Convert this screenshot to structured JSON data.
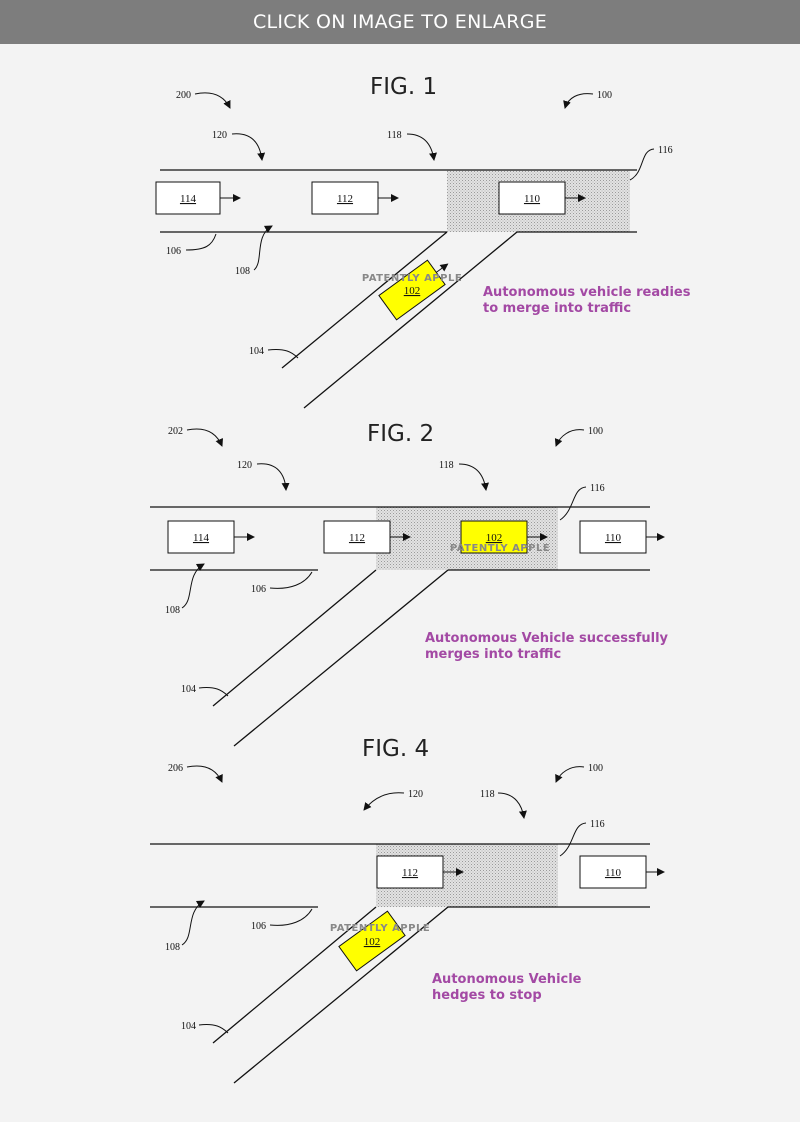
{
  "banner": {
    "text": "CLICK ON IMAGE TO ENLARGE"
  },
  "watermark": "PATENTLY APPLE",
  "colors": {
    "vehicle_highlight": "#ffff00",
    "caption": "#a349a4",
    "shade": "#d6d6d6"
  },
  "figures": [
    {
      "title": "FIG. 1",
      "refs": {
        "fig": "200",
        "system": "100",
        "lane": "120",
        "zone": "118",
        "zone_edge": "116",
        "road": "106",
        "lane_marker": "108",
        "ramp": "104"
      },
      "vehicles": {
        "v114": "114",
        "v112": "112",
        "v110": "110",
        "av": "102"
      },
      "caption": [
        "Autonomous vehicle readies",
        "to merge into traffic"
      ]
    },
    {
      "title": "FIG. 2",
      "refs": {
        "fig": "202",
        "system": "100",
        "lane": "120",
        "zone": "118",
        "zone_edge": "116",
        "road": "106",
        "lane_marker": "108",
        "ramp": "104"
      },
      "vehicles": {
        "v114": "114",
        "v112": "112",
        "v110": "110",
        "av": "102"
      },
      "caption": [
        "Autonomous Vehicle successfully",
        "merges into traffic"
      ]
    },
    {
      "title": "FIG. 4",
      "refs": {
        "fig": "206",
        "system": "100",
        "lane": "120",
        "zone": "118",
        "zone_edge": "116",
        "road": "106",
        "lane_marker": "108",
        "ramp": "104"
      },
      "vehicles": {
        "v112": "112",
        "v110": "110",
        "av": "102"
      },
      "caption": [
        "Autonomous Vehicle",
        "hedges to stop"
      ]
    }
  ]
}
